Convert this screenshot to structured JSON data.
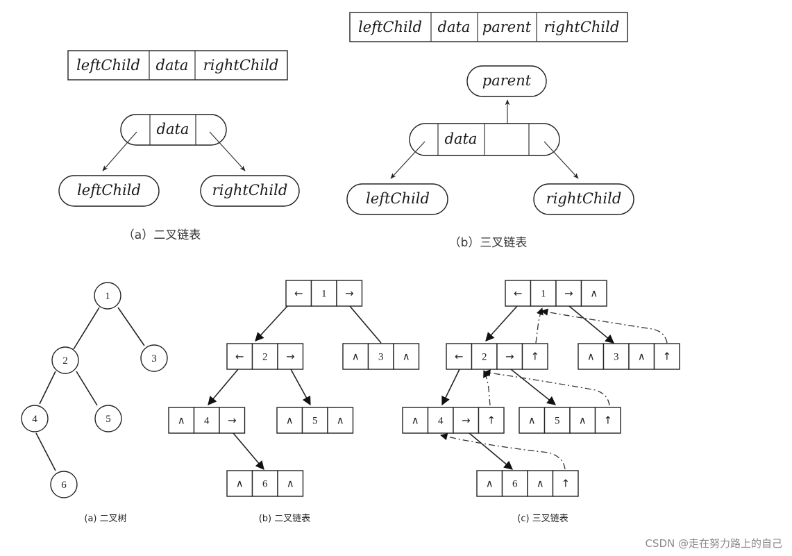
{
  "figure_a": {
    "struct_fields": [
      "leftChild",
      "data",
      "rightChild"
    ],
    "node_center": "data",
    "left_target": "leftChild",
    "right_target": "rightChild",
    "caption": "（a）二叉链表"
  },
  "figure_b": {
    "struct_fields": [
      "leftChild",
      "data",
      "parent",
      "rightChild"
    ],
    "node_center": "data",
    "parent_target": "parent",
    "left_target": "leftChild",
    "right_target": "rightChild",
    "caption": "（b）三叉链表"
  },
  "tree": {
    "caption": "(a) 二叉树",
    "nodes": [
      "1",
      "2",
      "3",
      "4",
      "5",
      "6"
    ],
    "edges": [
      [
        "1",
        "2"
      ],
      [
        "1",
        "3"
      ],
      [
        "2",
        "4"
      ],
      [
        "2",
        "5"
      ],
      [
        "4",
        "6"
      ]
    ]
  },
  "binary_list": {
    "caption": "(b) 二叉链表",
    "nodes": [
      {
        "id": "1",
        "cells": [
          "←",
          "1",
          "→"
        ]
      },
      {
        "id": "2",
        "cells": [
          "←",
          "2",
          "→"
        ]
      },
      {
        "id": "3",
        "cells": [
          "∧",
          "3",
          "∧"
        ]
      },
      {
        "id": "4",
        "cells": [
          "∧",
          "4",
          "→"
        ]
      },
      {
        "id": "5",
        "cells": [
          "∧",
          "5",
          "∧"
        ]
      },
      {
        "id": "6",
        "cells": [
          "∧",
          "6",
          "∧"
        ]
      }
    ]
  },
  "ternary_list": {
    "caption": "(c) 三叉链表",
    "nodes": [
      {
        "id": "1",
        "cells": [
          "←",
          "1",
          "→",
          "∧"
        ]
      },
      {
        "id": "2",
        "cells": [
          "←",
          "2",
          "→",
          "↑"
        ]
      },
      {
        "id": "3",
        "cells": [
          "∧",
          "3",
          "∧",
          "↑"
        ]
      },
      {
        "id": "4",
        "cells": [
          "∧",
          "4",
          "→",
          "↑"
        ]
      },
      {
        "id": "5",
        "cells": [
          "∧",
          "5",
          "∧",
          "↑"
        ]
      },
      {
        "id": "6",
        "cells": [
          "∧",
          "6",
          "∧",
          "↑"
        ]
      }
    ]
  },
  "watermark": "CSDN @走在努力路上的自己"
}
